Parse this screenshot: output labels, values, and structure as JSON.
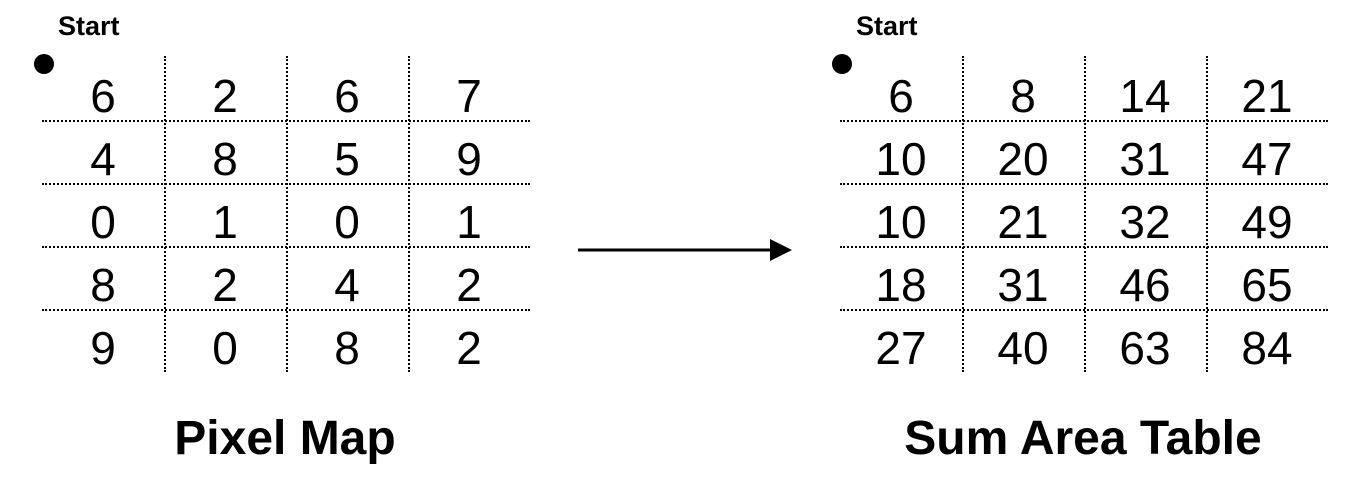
{
  "pixel_map": {
    "title": "Pixel Map",
    "start_label": "Start",
    "rows": [
      [
        "6",
        "2",
        "6",
        "7"
      ],
      [
        "4",
        "8",
        "5",
        "9"
      ],
      [
        "0",
        "1",
        "0",
        "1"
      ],
      [
        "8",
        "2",
        "4",
        "2"
      ],
      [
        "9",
        "0",
        "8",
        "2"
      ]
    ]
  },
  "sum_area_table": {
    "title": "Sum Area Table",
    "start_label": "Start",
    "rows": [
      [
        "6",
        "8",
        "14",
        "21"
      ],
      [
        "10",
        "20",
        "31",
        "47"
      ],
      [
        "10",
        "21",
        "32",
        "49"
      ],
      [
        "18",
        "31",
        "46",
        "65"
      ],
      [
        "27",
        "40",
        "63",
        "84"
      ]
    ]
  }
}
